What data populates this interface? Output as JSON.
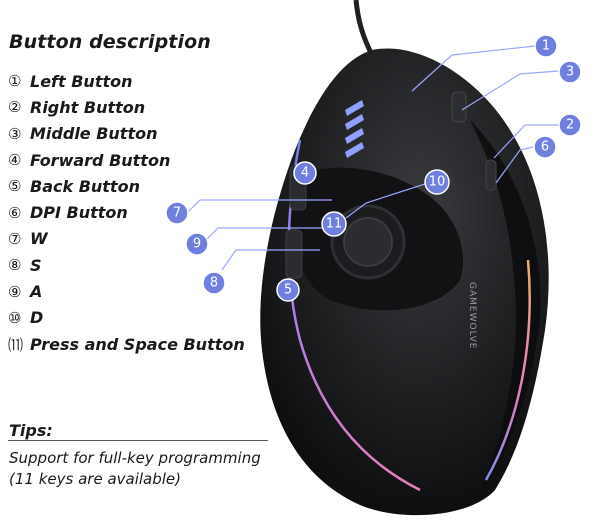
{
  "title": "Button description",
  "buttons": [
    {
      "num": "①",
      "label": "Left Button"
    },
    {
      "num": "②",
      "label": "Right Button"
    },
    {
      "num": "③",
      "label": "Middle Button"
    },
    {
      "num": "④",
      "label": "Forward Button"
    },
    {
      "num": "⑤",
      "label": "Back Button"
    },
    {
      "num": "⑥",
      "label": "DPI Button"
    },
    {
      "num": "⑦",
      "label": "W"
    },
    {
      "num": "⑧",
      "label": "S"
    },
    {
      "num": "⑨",
      "label": "A"
    },
    {
      "num": "⑩",
      "label": "D"
    },
    {
      "num": "⑾",
      "label": "Press and Space Button"
    }
  ],
  "tips": {
    "title": "Tips:",
    "line1": "Support for full-key programming",
    "line2": "(11 keys are available)"
  },
  "mouse": {
    "brand_text": "GAMEWOLVE",
    "callouts": [
      "1",
      "3",
      "2",
      "6",
      "4",
      "10",
      "7",
      "11",
      "9",
      "8",
      "5"
    ]
  },
  "colors": {
    "callout": "#6f7fe0",
    "rgb_light_top": "#7a8cff",
    "rgb_light_bottom": "#ff8ad0"
  }
}
